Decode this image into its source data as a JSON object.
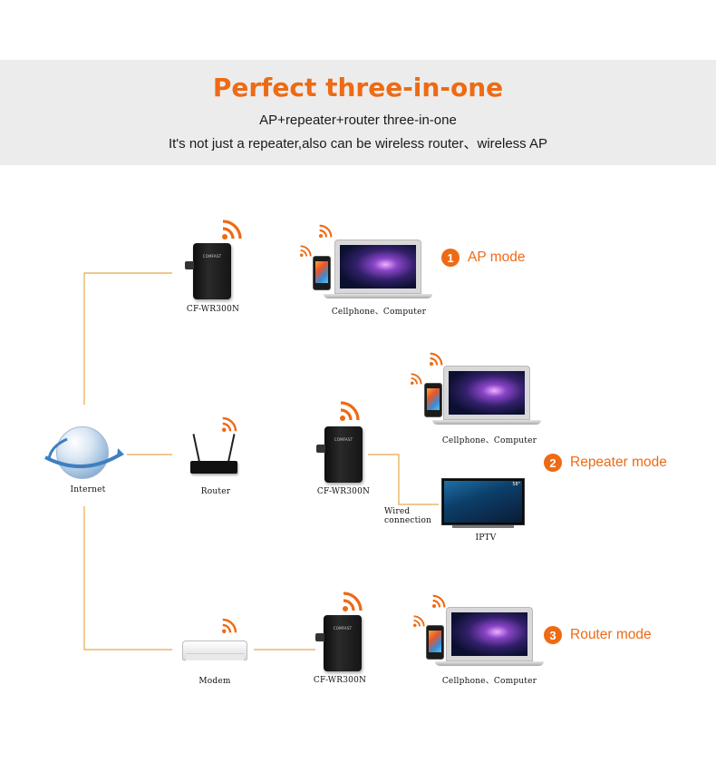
{
  "banner": {
    "title": "Perfect three-in-one",
    "subtitle1": "AP+repeater+router three-in-one",
    "subtitle2": "It's not just a repeater,also can be wireless router、wireless AP"
  },
  "nodes": {
    "internet": "Internet",
    "router": "Router",
    "modem": "Modem",
    "repeater_ap": "CF-WR300N",
    "repeater_rep": "CF-WR300N",
    "repeater_router": "CF-WR300N",
    "clients_ap": "Cellphone、Computer",
    "clients_rep": "Cellphone、Computer",
    "clients_router": "Cellphone、Computer",
    "iptv": "IPTV",
    "device_brand": "COMFAST",
    "tv_size": "58\""
  },
  "wired_connection": {
    "line1": "Wired",
    "line2": "connection"
  },
  "modes": [
    {
      "number": "1",
      "label": "AP mode"
    },
    {
      "number": "2",
      "label": "Repeater mode"
    },
    {
      "number": "3",
      "label": "Router mode"
    }
  ],
  "colors": {
    "accent": "#ee6a14",
    "connector": "#e8a84a",
    "banner_bg": "#ececec"
  },
  "icons": {
    "signal": "wifi-icon",
    "globe": "globe-icon"
  }
}
